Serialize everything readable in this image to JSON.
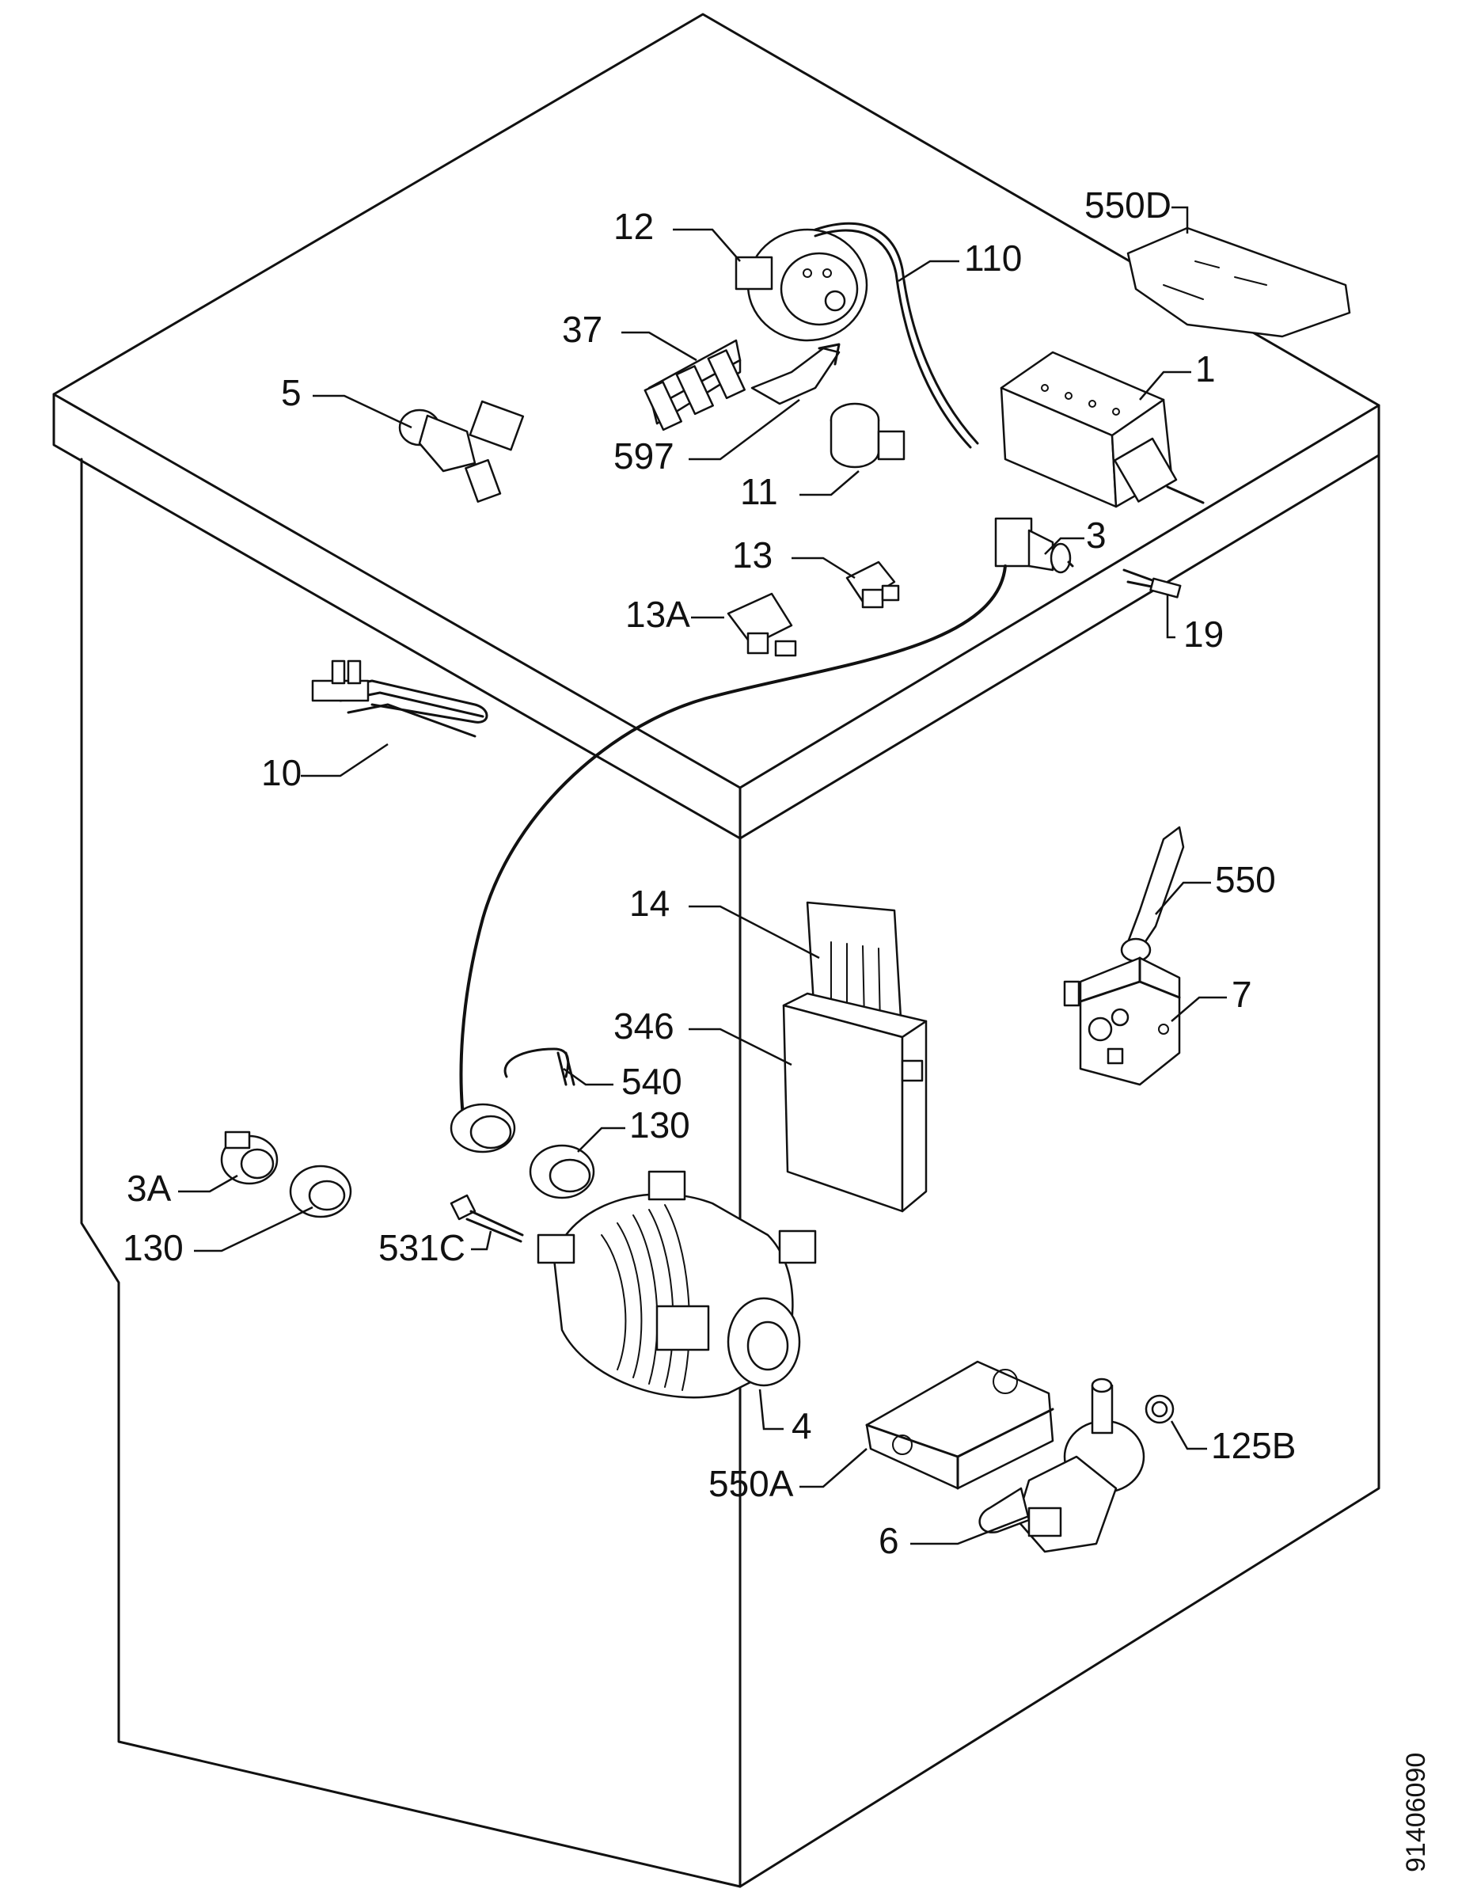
{
  "drawing_number": "91406090",
  "parts": [
    {
      "id": "p1",
      "label": "1"
    },
    {
      "id": "p3",
      "label": "3"
    },
    {
      "id": "p3a",
      "label": "3A"
    },
    {
      "id": "p4",
      "label": "4"
    },
    {
      "id": "p5",
      "label": "5"
    },
    {
      "id": "p6",
      "label": "6"
    },
    {
      "id": "p7",
      "label": "7"
    },
    {
      "id": "p10",
      "label": "10"
    },
    {
      "id": "p11",
      "label": "11"
    },
    {
      "id": "p12",
      "label": "12"
    },
    {
      "id": "p13",
      "label": "13"
    },
    {
      "id": "p13a",
      "label": "13A"
    },
    {
      "id": "p14",
      "label": "14"
    },
    {
      "id": "p19",
      "label": "19"
    },
    {
      "id": "p37",
      "label": "37"
    },
    {
      "id": "p110",
      "label": "110"
    },
    {
      "id": "p125b",
      "label": "125B"
    },
    {
      "id": "p130a",
      "label": "130"
    },
    {
      "id": "p130b",
      "label": "130"
    },
    {
      "id": "p346",
      "label": "346"
    },
    {
      "id": "p531c",
      "label": "531C"
    },
    {
      "id": "p540",
      "label": "540"
    },
    {
      "id": "p550",
      "label": "550"
    },
    {
      "id": "p550a",
      "label": "550A"
    },
    {
      "id": "p550d",
      "label": "550D"
    },
    {
      "id": "p597",
      "label": "597"
    }
  ]
}
